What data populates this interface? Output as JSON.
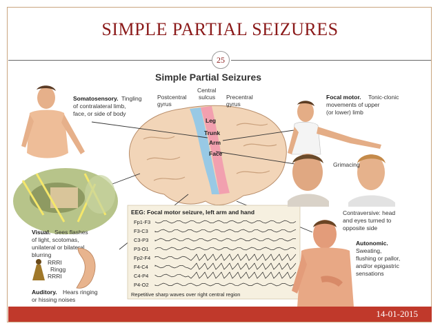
{
  "slide": {
    "title": "SIMPLE PARTIAL SEIZURES",
    "page_number": "25",
    "date": "14-01-2015"
  },
  "figure": {
    "title": "Simple Partial Seizures",
    "brain_labels": {
      "postcentral": [
        "Postcentral",
        "gyrus"
      ],
      "central": [
        "Central",
        "sulcus"
      ],
      "precentral": [
        "Precentral",
        "gyrus"
      ],
      "regions": [
        "Leg",
        "Trunk",
        "Arm",
        "Face"
      ]
    },
    "somatosensory": {
      "head": "Somatosensory.",
      "lines": [
        "Tingling",
        "of contralateral limb,",
        "face, or side of body"
      ]
    },
    "focal_motor": {
      "head": "Focal motor.",
      "lines": [
        "Tonic-clonic",
        "movements of upper",
        "(or lower) limb"
      ]
    },
    "grimacing": "Grimacing",
    "contraversive": [
      "Contraversive: head",
      "and eyes turned to",
      "opposite side"
    ],
    "visual": {
      "head": "Visual.",
      "lines": [
        "Sees flashes",
        "of light, scotomas,",
        "unilateral or bilateral",
        "blurring"
      ]
    },
    "auditory": {
      "head": "Auditory.",
      "lines": [
        "Hears ringing",
        "or hissing noises"
      ]
    },
    "autonomic": {
      "head": "Autonomic.",
      "lines": [
        "Sweating,",
        "flushing or pallor,",
        "and/or epigastric",
        "sensations"
      ]
    },
    "eeg": {
      "title": "EEG: Focal motor seizure, left arm and hand",
      "leads": [
        "Fp1-F3",
        "F3-C3",
        "C3-P3",
        "P3-O1",
        "Fp2-F4",
        "F4-C4",
        "C4-P4",
        "P4-O2"
      ],
      "caption": "Repetitive sharp waves over right central region"
    },
    "ringing_text": [
      "RRRI",
      "Ringg",
      "RRRI"
    ]
  },
  "colors": {
    "title": "#8b1a1a",
    "footer": "#c0392b",
    "frame": "#c9a47e"
  }
}
